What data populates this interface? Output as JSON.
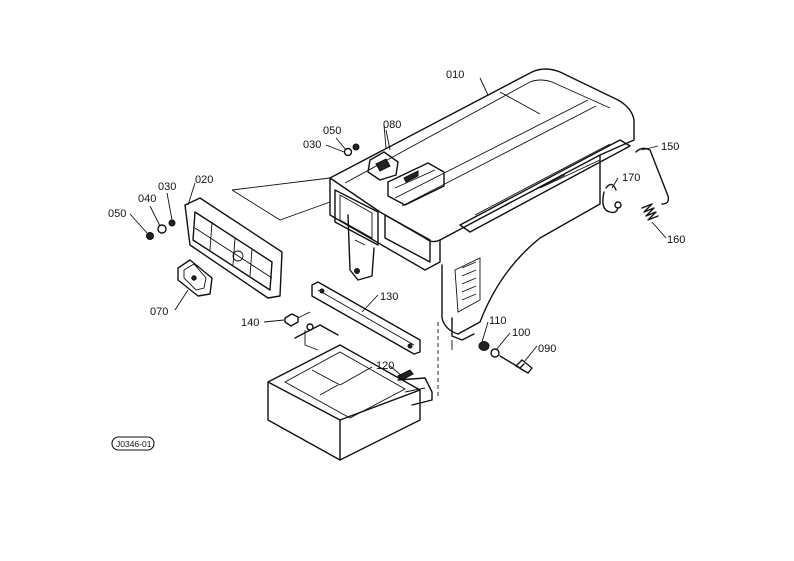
{
  "diagram": {
    "drawing_ref": "J0346-01",
    "parts": [
      {
        "id": "010",
        "label": "010"
      },
      {
        "id": "020",
        "label": "020"
      },
      {
        "id": "030a",
        "label": "030"
      },
      {
        "id": "030b",
        "label": "030"
      },
      {
        "id": "040",
        "label": "040"
      },
      {
        "id": "050a",
        "label": "050"
      },
      {
        "id": "050b",
        "label": "050"
      },
      {
        "id": "070",
        "label": "070"
      },
      {
        "id": "080",
        "label": "080"
      },
      {
        "id": "090",
        "label": "090"
      },
      {
        "id": "100",
        "label": "100"
      },
      {
        "id": "110",
        "label": "110"
      },
      {
        "id": "120",
        "label": "120"
      },
      {
        "id": "130",
        "label": "130"
      },
      {
        "id": "140",
        "label": "140"
      },
      {
        "id": "150",
        "label": "150"
      },
      {
        "id": "160",
        "label": "160"
      },
      {
        "id": "170",
        "label": "170"
      }
    ]
  }
}
